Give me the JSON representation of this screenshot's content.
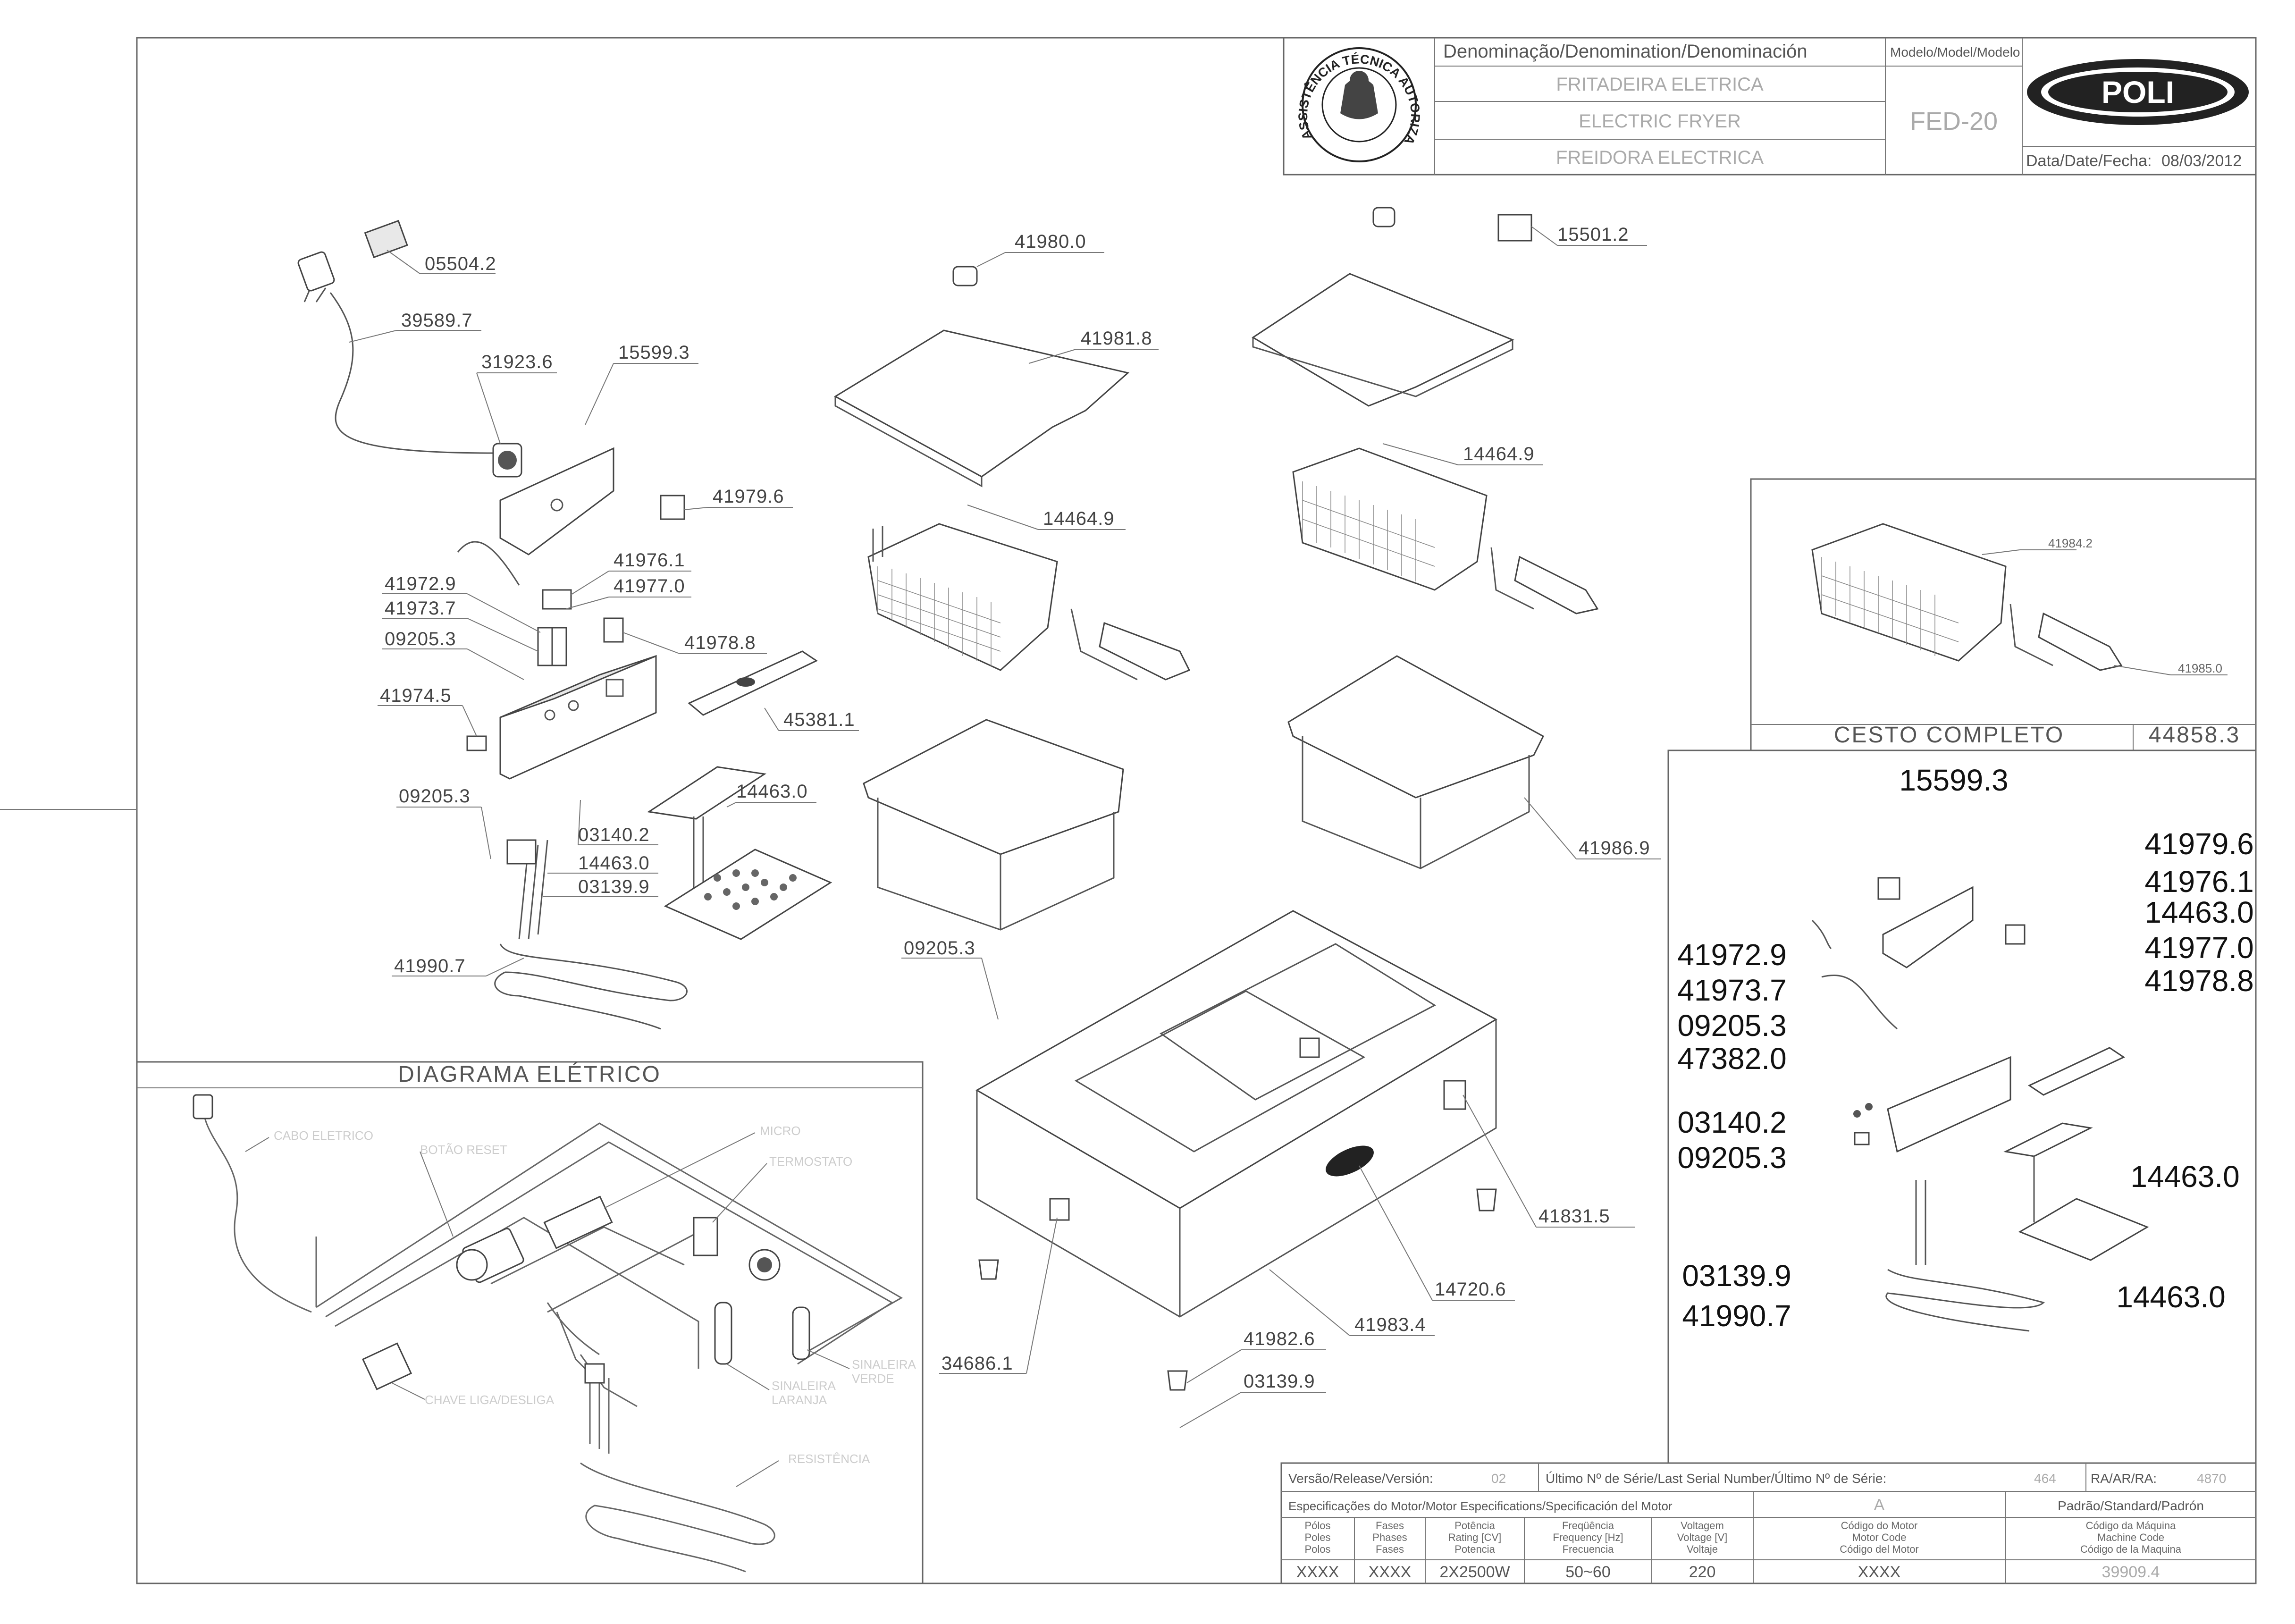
{
  "title_block": {
    "denomination_header": "Denominação/Denomination/Denominación",
    "model_header": "Modelo/Model/Modelo",
    "name_pt": "FRITADEIRA ELETRICA",
    "name_en": "ELECTRIC FRYER",
    "name_es": "FREIDORA ELECTRICA",
    "model": "FED-20",
    "date_label": "Data/Date/Fecha:",
    "date": "08/03/2012",
    "brand": "POLI"
  },
  "stamp": {
    "text": "ASSISTÊNCIA TÉCNICA AUTORIZADA"
  },
  "parts": {
    "p05504_2": "05504.2",
    "p39589_7": "39589.7",
    "p31923_6": "31923.6",
    "p15599_3": "15599.3",
    "p41979_6": "41979.6",
    "p41976_1": "41976.1",
    "p41977_0": "41977.0",
    "p41972_9": "41972.9",
    "p41973_7": "41973.7",
    "p09205_3a": "09205.3",
    "p41978_8": "41978.8",
    "p41974_5": "41974.5",
    "p45381_1": "45381.1",
    "p09205_3b": "09205.3",
    "p03140_2": "03140.2",
    "p14463_0a": "14463.0",
    "p14463_0b": "14463.0",
    "p03139_9a": "03139.9",
    "p41990_7": "41990.7",
    "p41980_0": "41980.0",
    "p41981_8": "41981.8",
    "p14464_9a": "14464.9",
    "p15501_2": "15501.2",
    "p14464_9b": "14464.9",
    "p41986_9": "41986.9",
    "p09205_3c": "09205.3",
    "p41831_5": "41831.5",
    "p14720_6": "14720.6",
    "p41983_4": "41983.4",
    "p34686_1": "34686.1",
    "p41982_6": "41982.6",
    "p03139_9b": "03139.9"
  },
  "basket_box": {
    "p41984_2": "41984.2",
    "p41985_0": "41985.0",
    "title": "CESTO COMPLETO",
    "code": "44858.3"
  },
  "detail_box": {
    "l1": "15599.3",
    "l2": "41979.6",
    "l3": "41976.1",
    "l4": "14463.0",
    "l5": "41977.0",
    "l6": "41978.8",
    "l7": "41972.9",
    "l8": "41973.7",
    "l9": "09205.3",
    "l10": "47382.0",
    "l11": "03140.2",
    "l12": "09205.3",
    "l13": "14463.0",
    "l14": "03139.9",
    "l15": "41990.7",
    "l16": "14463.0"
  },
  "electric_diagram": {
    "title": "DIAGRAMA ELÉTRICO",
    "cabo": "CABO ELETRICO",
    "botao": "BOTÃO RESET",
    "micro": "MICRO",
    "termostato": "TERMOSTATO",
    "chave": "CHAVE LIGA/DESLIGA",
    "sin_laranja_1": "SINALEIRA",
    "sin_laranja_2": "LARANJA",
    "sin_verde_1": "SINALEIRA",
    "sin_verde_2": "VERDE",
    "resistencia": "RESISTÊNCIA"
  },
  "footer": {
    "version_label": "Versão/Release/Versión:",
    "version": "02",
    "serial_label": "Último Nº de Série/Last Serial Number/Último Nº de Série:",
    "serial": "464",
    "ra_label": "RA/AR/RA:",
    "ra": "4870",
    "motor_spec_label": "Especificações do Motor/Motor Especifications/Specificación del Motor",
    "motor_spec_value": "A",
    "standard_label": "Padrão/Standard/Padrón",
    "col_poles": [
      "Pólos",
      "Poles",
      "Polos"
    ],
    "col_phases": [
      "Fases",
      "Phases",
      "Fases"
    ],
    "col_power": [
      "Potência",
      "Rating [CV]",
      "Potencia"
    ],
    "col_freq": [
      "Freqüência",
      "Frequency [Hz]",
      "Frecuencia"
    ],
    "col_voltage": [
      "Voltagem",
      "Voltage [V]",
      "Voltaje"
    ],
    "col_motor_code": [
      "Código do Motor",
      "Motor Code",
      "Código del Motor"
    ],
    "col_machine_code": [
      "Código da Máquina",
      "Machine Code",
      "Código de la Maquina"
    ],
    "val_poles": "XXXX",
    "val_phases": "XXXX",
    "val_power": "2X2500W",
    "val_freq": "50~60",
    "val_voltage": "220",
    "val_motor_code": "XXXX",
    "val_machine_code": "39909.4"
  }
}
